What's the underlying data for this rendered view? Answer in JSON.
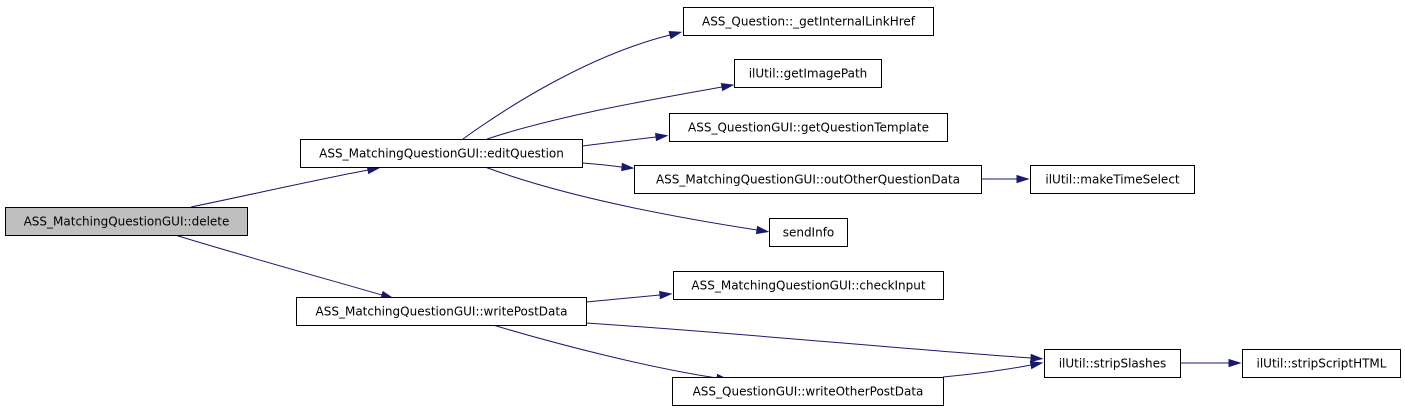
{
  "graph": {
    "nodes": [
      {
        "id": "delete",
        "label": "ASS_MatchingQuestionGUI::delete",
        "highlighted": true
      },
      {
        "id": "editQuestion",
        "label": "ASS_MatchingQuestionGUI::editQuestion"
      },
      {
        "id": "writePostData",
        "label": "ASS_MatchingQuestionGUI::writePostData"
      },
      {
        "id": "getInternalLinkHref",
        "label": "ASS_Question::_getInternalLinkHref"
      },
      {
        "id": "getImagePath",
        "label": "ilUtil::getImagePath"
      },
      {
        "id": "getQuestionTemplate",
        "label": "ASS_QuestionGUI::getQuestionTemplate"
      },
      {
        "id": "outOtherQuestionData",
        "label": "ASS_MatchingQuestionGUI::outOtherQuestionData"
      },
      {
        "id": "sendInfo",
        "label": "sendInfo"
      },
      {
        "id": "makeTimeSelect",
        "label": "ilUtil::makeTimeSelect"
      },
      {
        "id": "checkInput",
        "label": "ASS_MatchingQuestionGUI::checkInput"
      },
      {
        "id": "writeOtherPostData",
        "label": "ASS_QuestionGUI::writeOtherPostData"
      },
      {
        "id": "stripSlashes",
        "label": "ilUtil::stripSlashes"
      },
      {
        "id": "stripScriptHTML",
        "label": "ilUtil::stripScriptHTML"
      }
    ],
    "edges": [
      {
        "from": "delete",
        "to": "editQuestion"
      },
      {
        "from": "delete",
        "to": "writePostData"
      },
      {
        "from": "editQuestion",
        "to": "getInternalLinkHref"
      },
      {
        "from": "editQuestion",
        "to": "getImagePath"
      },
      {
        "from": "editQuestion",
        "to": "getQuestionTemplate"
      },
      {
        "from": "editQuestion",
        "to": "outOtherQuestionData"
      },
      {
        "from": "editQuestion",
        "to": "sendInfo"
      },
      {
        "from": "outOtherQuestionData",
        "to": "makeTimeSelect"
      },
      {
        "from": "writePostData",
        "to": "checkInput"
      },
      {
        "from": "writePostData",
        "to": "stripSlashes"
      },
      {
        "from": "writePostData",
        "to": "writeOtherPostData"
      },
      {
        "from": "writeOtherPostData",
        "to": "stripSlashes"
      },
      {
        "from": "stripSlashes",
        "to": "stripScriptHTML"
      }
    ],
    "colors": {
      "edge": "#191970",
      "highlighted_node_fill": "#bfbfbf",
      "node_border": "#000000"
    }
  }
}
